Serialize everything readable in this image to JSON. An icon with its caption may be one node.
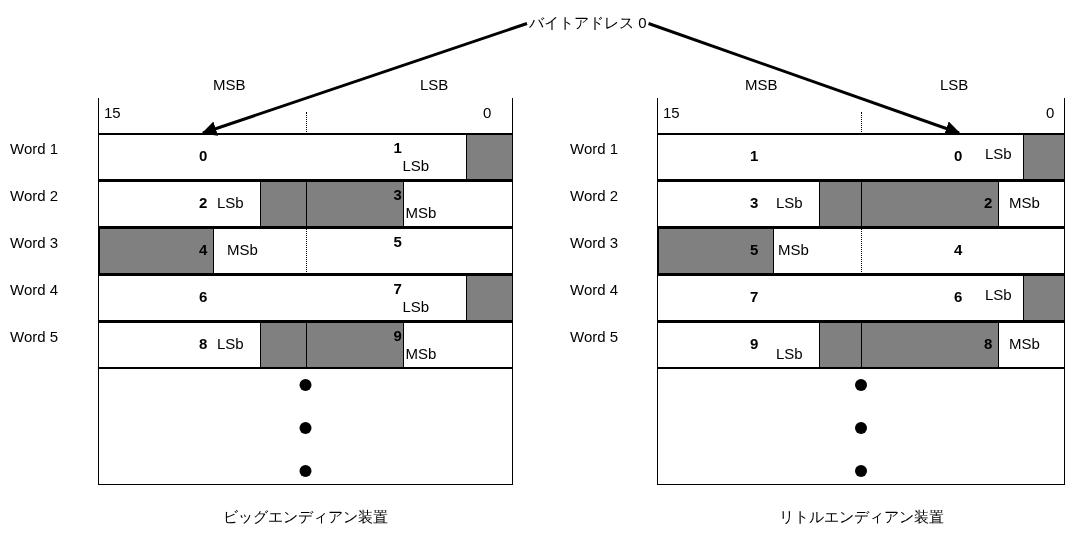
{
  "diagram": {
    "nodes": [
      {
        "text": [
          "バイトアドレス 0"
        ]
      },
      {
        "text": [
          "ビッグエンディアン装置"
        ]
      },
      {
        "text": [
          "0"
        ],
        "in": 1
      },
      {
        "text": [
          "1",
          "LSb"
        ],
        "in": 1
      },
      {
        "text": [
          "2",
          "LSb"
        ],
        "in": 1
      },
      {
        "text": [
          "3",
          "MSb"
        ],
        "in": 1
      },
      {
        "text": [
          "4",
          "MSb"
        ],
        "in": 1
      },
      {
        "text": [
          "5"
        ],
        "in": 1
      },
      {
        "text": [
          "6"
        ],
        "in": 1
      },
      {
        "text": [
          "7",
          "LSb"
        ],
        "in": 1
      },
      {
        "text": [
          "8",
          "LSb"
        ],
        "in": 1
      },
      {
        "text": [
          "9",
          "MSb"
        ],
        "in": 1
      },
      {
        "text": [
          "リトルエンディアン装置"
        ]
      },
      {
        "text": [
          "1"
        ],
        "in": 12
      },
      {
        "text": [
          "0",
          "LSb"
        ],
        "in": 12
      },
      {
        "text": [
          "3",
          "LSb"
        ],
        "in": 12
      },
      {
        "text": [
          "2",
          "MSb"
        ],
        "in": 12
      },
      {
        "text": [
          "5",
          "MSb"
        ],
        "in": 12
      },
      {
        "text": [
          "4"
        ],
        "in": 12
      },
      {
        "text": [
          "7"
        ],
        "in": 12
      },
      {
        "text": [
          "6",
          "LSb"
        ],
        "in": 12
      },
      {
        "text": [
          "9",
          "LSb"
        ],
        "in": 12
      },
      {
        "text": [
          "8",
          "MSb"
        ],
        "in": 12
      }
    ],
    "edges": [
      {
        "from": 0,
        "to": 2,
        "arrow": "to"
      },
      {
        "from": 0,
        "to": 14,
        "arrow": "to"
      }
    ],
    "labels": [
      "MSB",
      "LSB",
      "MSB",
      "LSB",
      "15",
      "0",
      "15",
      "0",
      "Word 1",
      "Word 1",
      "Word 2",
      "Word 2",
      "Word 3",
      "Word 3",
      "Word 4",
      "Word 4",
      "Word 5",
      "Word 5"
    ]
  }
}
